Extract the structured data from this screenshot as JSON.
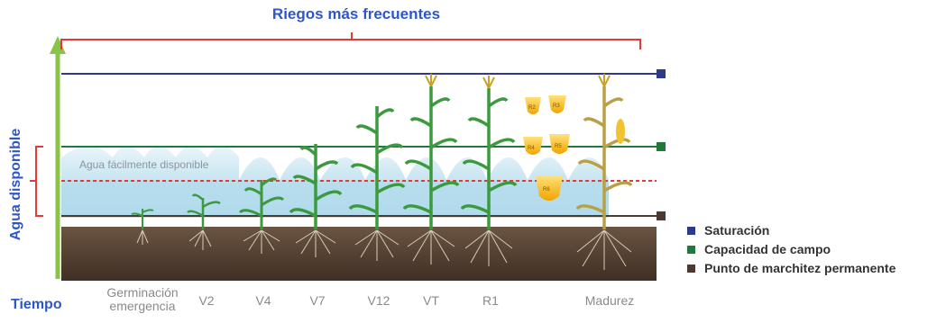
{
  "title": "Riegos más frecuentes",
  "y_axis_label": "Agua disponible",
  "x_axis_label": "Tiempo",
  "zone_label": "Agua fácilmente disponible",
  "stages": [
    {
      "id": "germinacion",
      "label": "Germinación emergencia"
    },
    {
      "id": "v2",
      "label": "V2"
    },
    {
      "id": "v4",
      "label": "V4"
    },
    {
      "id": "v7",
      "label": "V7"
    },
    {
      "id": "v12",
      "label": "V12"
    },
    {
      "id": "vt",
      "label": "VT"
    },
    {
      "id": "r1",
      "label": "R1"
    },
    {
      "id": "madurez",
      "label": "Madurez"
    }
  ],
  "kernels": [
    "R2",
    "R3",
    "R4",
    "R5",
    "R6"
  ],
  "legend": [
    {
      "label": "Saturación",
      "color": "#2d3a8c"
    },
    {
      "label": "Capacidad de campo",
      "color": "#1f7a3a"
    },
    {
      "label": "Punto de marchitez permanente",
      "color": "#4a3a32"
    }
  ],
  "colors": {
    "title_blue": "#2f56c6",
    "bracket_red": "#e53935",
    "threshold_red": "#e53935",
    "axis_green": "#8bc34a",
    "water_light": "#cfe8f3",
    "soil": "#5b4636",
    "plant_green": "#3c9a3e",
    "kernel_yellow": "#f7b500"
  }
}
